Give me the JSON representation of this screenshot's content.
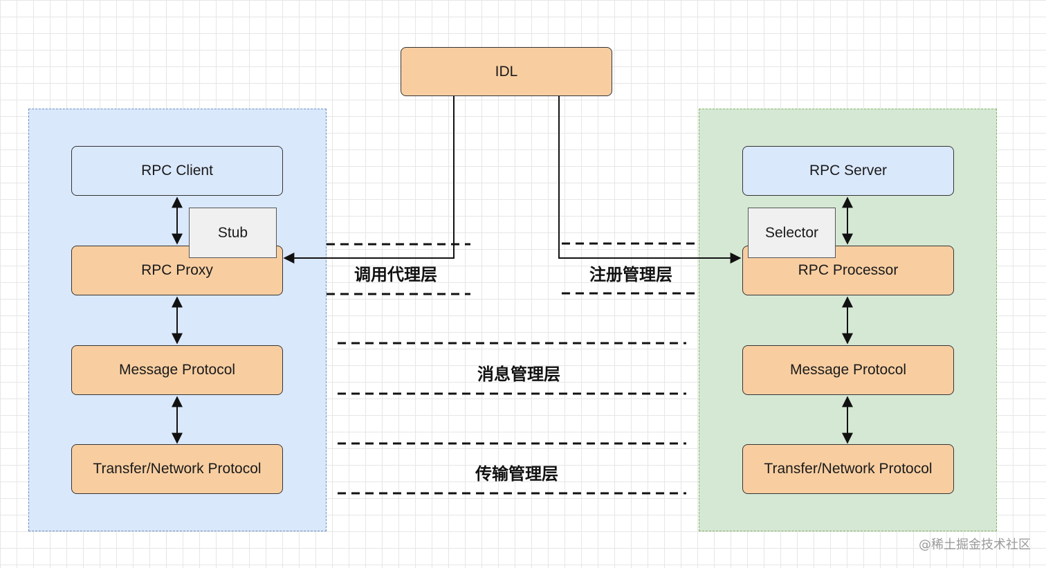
{
  "diagram": {
    "idl": "IDL",
    "client": {
      "rpc_client": "RPC Client",
      "stub": "Stub",
      "rpc_proxy": "RPC Proxy",
      "message_protocol": "Message Protocol",
      "transfer_protocol": "Transfer/Network Protocol"
    },
    "server": {
      "rpc_server": "RPC Server",
      "selector": "Selector",
      "rpc_processor": "RPC Processor",
      "message_protocol": "Message Protocol",
      "transfer_protocol": "Transfer/Network Protocol"
    },
    "layers": {
      "invoke_proxy": "调用代理层",
      "registry": "注册管理层",
      "message": "消息管理层",
      "transport": "传输管理层"
    },
    "watermark": "@稀土掘金技术社区"
  },
  "colors": {
    "client_bg": "#dae8fc",
    "server_bg": "#d5e8d4",
    "box_orange": "#f8cea1",
    "box_blue": "#dae8fc",
    "box_gray": "#f0f0f0"
  }
}
